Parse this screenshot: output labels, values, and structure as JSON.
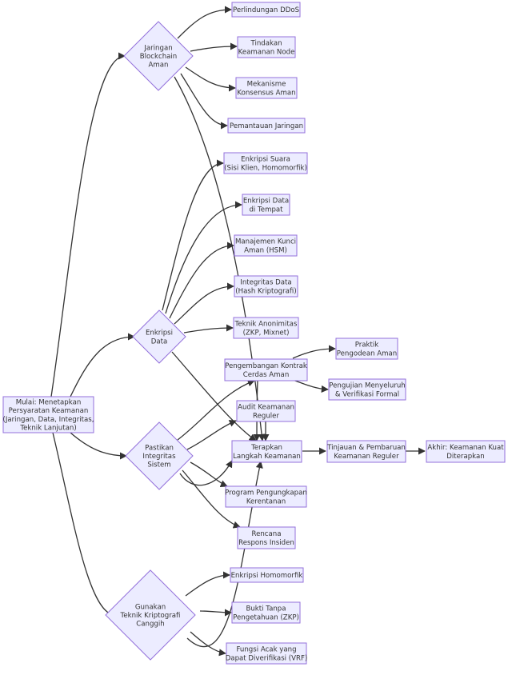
{
  "colors": {
    "node_fill": "#ececff",
    "node_stroke": "#9370db",
    "edge": "#333333",
    "text": "#333333"
  },
  "nodes": {
    "start": {
      "lines": [
        "Mulai: Menetapkan",
        "Persyaratan Keamanan",
        "(Jaringan, Data, Integritas,",
        "Teknik Lanjutan)"
      ]
    },
    "network": {
      "lines": [
        "Jaringan",
        "Blockchain",
        "Aman"
      ]
    },
    "encrypt": {
      "lines": [
        "Enkripsi",
        "Data"
      ]
    },
    "integrity": {
      "lines": [
        "Pastikan",
        "Integritas",
        "Sistem"
      ]
    },
    "crypto": {
      "lines": [
        "Gunakan",
        "Teknik Kriptografi",
        "Canggih"
      ]
    },
    "ddos": {
      "lines": [
        "Perlindungan DDoS"
      ]
    },
    "nodesec": {
      "lines": [
        "Tindakan",
        "Keamanan Node"
      ]
    },
    "consensus": {
      "lines": [
        "Mekanisme",
        "Konsensus Aman"
      ]
    },
    "monitor": {
      "lines": [
        "Pemantauan Jaringan"
      ]
    },
    "voice": {
      "lines": [
        "Enkripsi Suara",
        "(Sisi Klien, Homomorfik)"
      ]
    },
    "rest": {
      "lines": [
        "Enkripsi Data",
        "di Tempat"
      ]
    },
    "keys": {
      "lines": [
        "Manajemen Kunci",
        "Aman (HSM)"
      ]
    },
    "hash": {
      "lines": [
        "Integritas Data",
        "(Hash Kriptografi)"
      ]
    },
    "anon": {
      "lines": [
        "Teknik Anonimitas",
        "(ZKP, Mixnet)"
      ]
    },
    "smart": {
      "lines": [
        "Pengembangan Kontrak",
        "Cerdas Aman"
      ]
    },
    "coding": {
      "lines": [
        "Praktik",
        "Pengodean Aman"
      ]
    },
    "formal": {
      "lines": [
        "Pengujian Menyeluruh",
        "& Verifikasi Formal"
      ]
    },
    "audit": {
      "lines": [
        "Audit Keamanan",
        "Reguler"
      ]
    },
    "apply": {
      "lines": [
        "Terapkan",
        "Langkah Keamanan"
      ]
    },
    "review": {
      "lines": [
        "Tinjauan & Pembaruan",
        "Keamanan Reguler"
      ]
    },
    "end": {
      "lines": [
        "Akhir: Keamanan Kuat",
        "Diterapkan"
      ]
    },
    "bounty": {
      "lines": [
        "Program Pengungkapan",
        "Kerentanan"
      ]
    },
    "incident": {
      "lines": [
        "Rencana",
        "Respons Insiden"
      ]
    },
    "homo": {
      "lines": [
        "Enkripsi Homomorfik"
      ]
    },
    "zkp": {
      "lines": [
        "Bukti Tanpa",
        "Pengetahuan (ZKP)"
      ]
    },
    "vrf": {
      "lines": [
        "Fungsi Acak yang",
        "Dapat Diverifikasi (VRF)"
      ]
    }
  }
}
